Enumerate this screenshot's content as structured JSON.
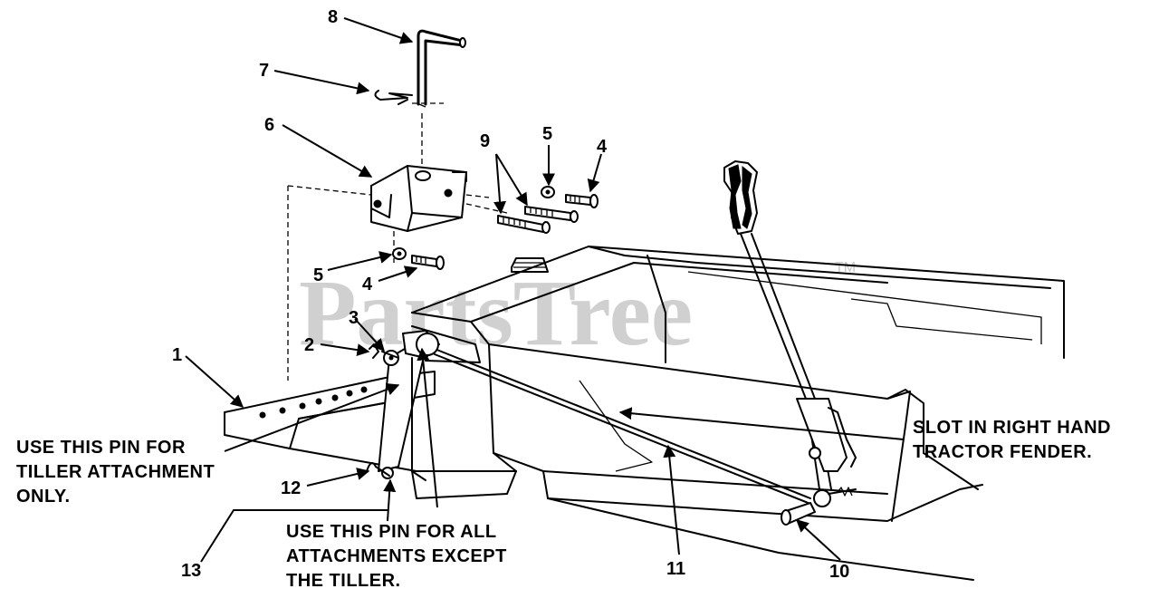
{
  "watermark": {
    "text": "PartsTree",
    "trademark": "TM"
  },
  "callouts": {
    "c1": "1",
    "c2": "2",
    "c3": "3",
    "c4a": "4",
    "c4b": "4",
    "c5a": "5",
    "c5b": "5",
    "c6": "6",
    "c7": "7",
    "c8": "8",
    "c9": "9",
    "c10": "10",
    "c11": "11",
    "c12": "12",
    "c13": "13"
  },
  "notes": {
    "tiller_pin": [
      "USE THIS PIN FOR",
      "TILLER ATTACHMENT",
      "ONLY."
    ],
    "all_pin": [
      "USE THIS PIN FOR ALL",
      "ATTACHMENTS EXCEPT",
      "THE TILLER."
    ],
    "slot": [
      "SLOT IN RIGHT HAND",
      "TRACTOR FENDER."
    ]
  }
}
